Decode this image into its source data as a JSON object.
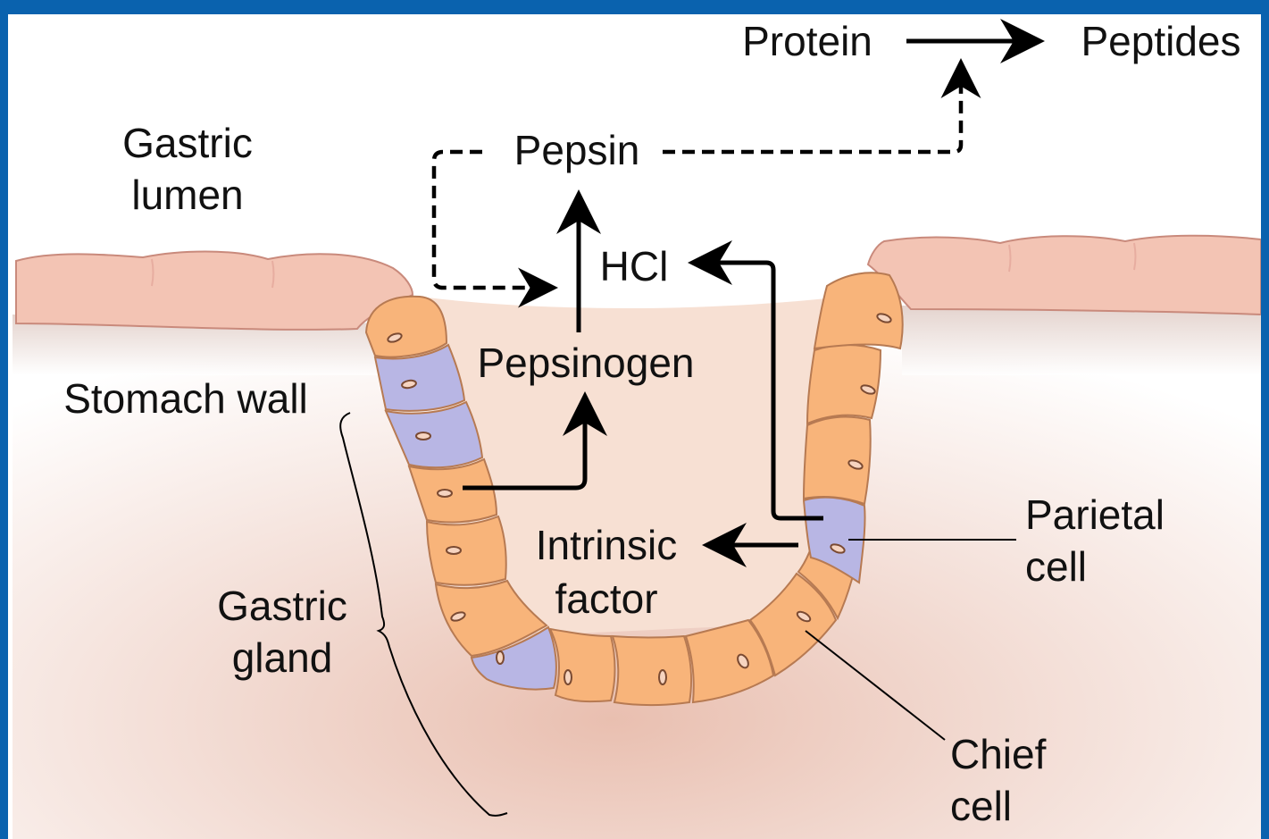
{
  "colors": {
    "frame": "#0a62ae",
    "surface_epithelium": "#f3c4b4",
    "chief_cell": "#f8b47a",
    "parietal_cell": "#b8b6e4",
    "lumen_fill": "#f7ddd0",
    "arrow": "#000000"
  },
  "labels": {
    "gastric_lumen_1": "Gastric",
    "gastric_lumen_2": "lumen",
    "stomach_wall": "Stomach wall",
    "gastric_gland_1": "Gastric",
    "gastric_gland_2": "gland",
    "protein": "Protein",
    "peptides": "Peptides",
    "pepsin": "Pepsin",
    "hcl": "HCl",
    "pepsinogen": "Pepsinogen",
    "intrinsic_1": "Intrinsic",
    "intrinsic_2": "factor",
    "parietal_1": "Parietal",
    "parietal_2": "cell",
    "chief_1": "Chief",
    "chief_2": "cell"
  }
}
